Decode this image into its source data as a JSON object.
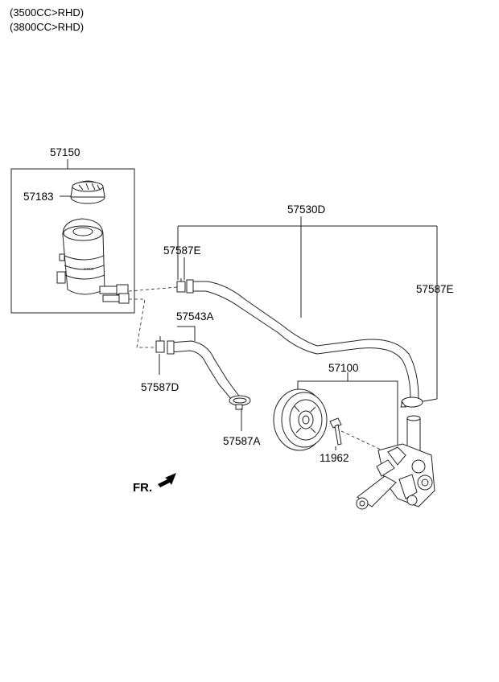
{
  "header": {
    "lines": [
      "(3500CC>RHD)",
      "(3800CC>RHD)"
    ]
  },
  "labels": {
    "reservoir_assy": "57150",
    "cap": "57183",
    "hose_main": "57530D",
    "clamp_e_left": "57587E",
    "clamp_e_right": "57587E",
    "hose_suction": "57543A",
    "clamp_d": "57587D",
    "pump_assy": "57100",
    "clamp_a": "57587A",
    "bolt": "11962",
    "front": "FR."
  },
  "reservoir_marks": {
    "cold": "COLD"
  }
}
